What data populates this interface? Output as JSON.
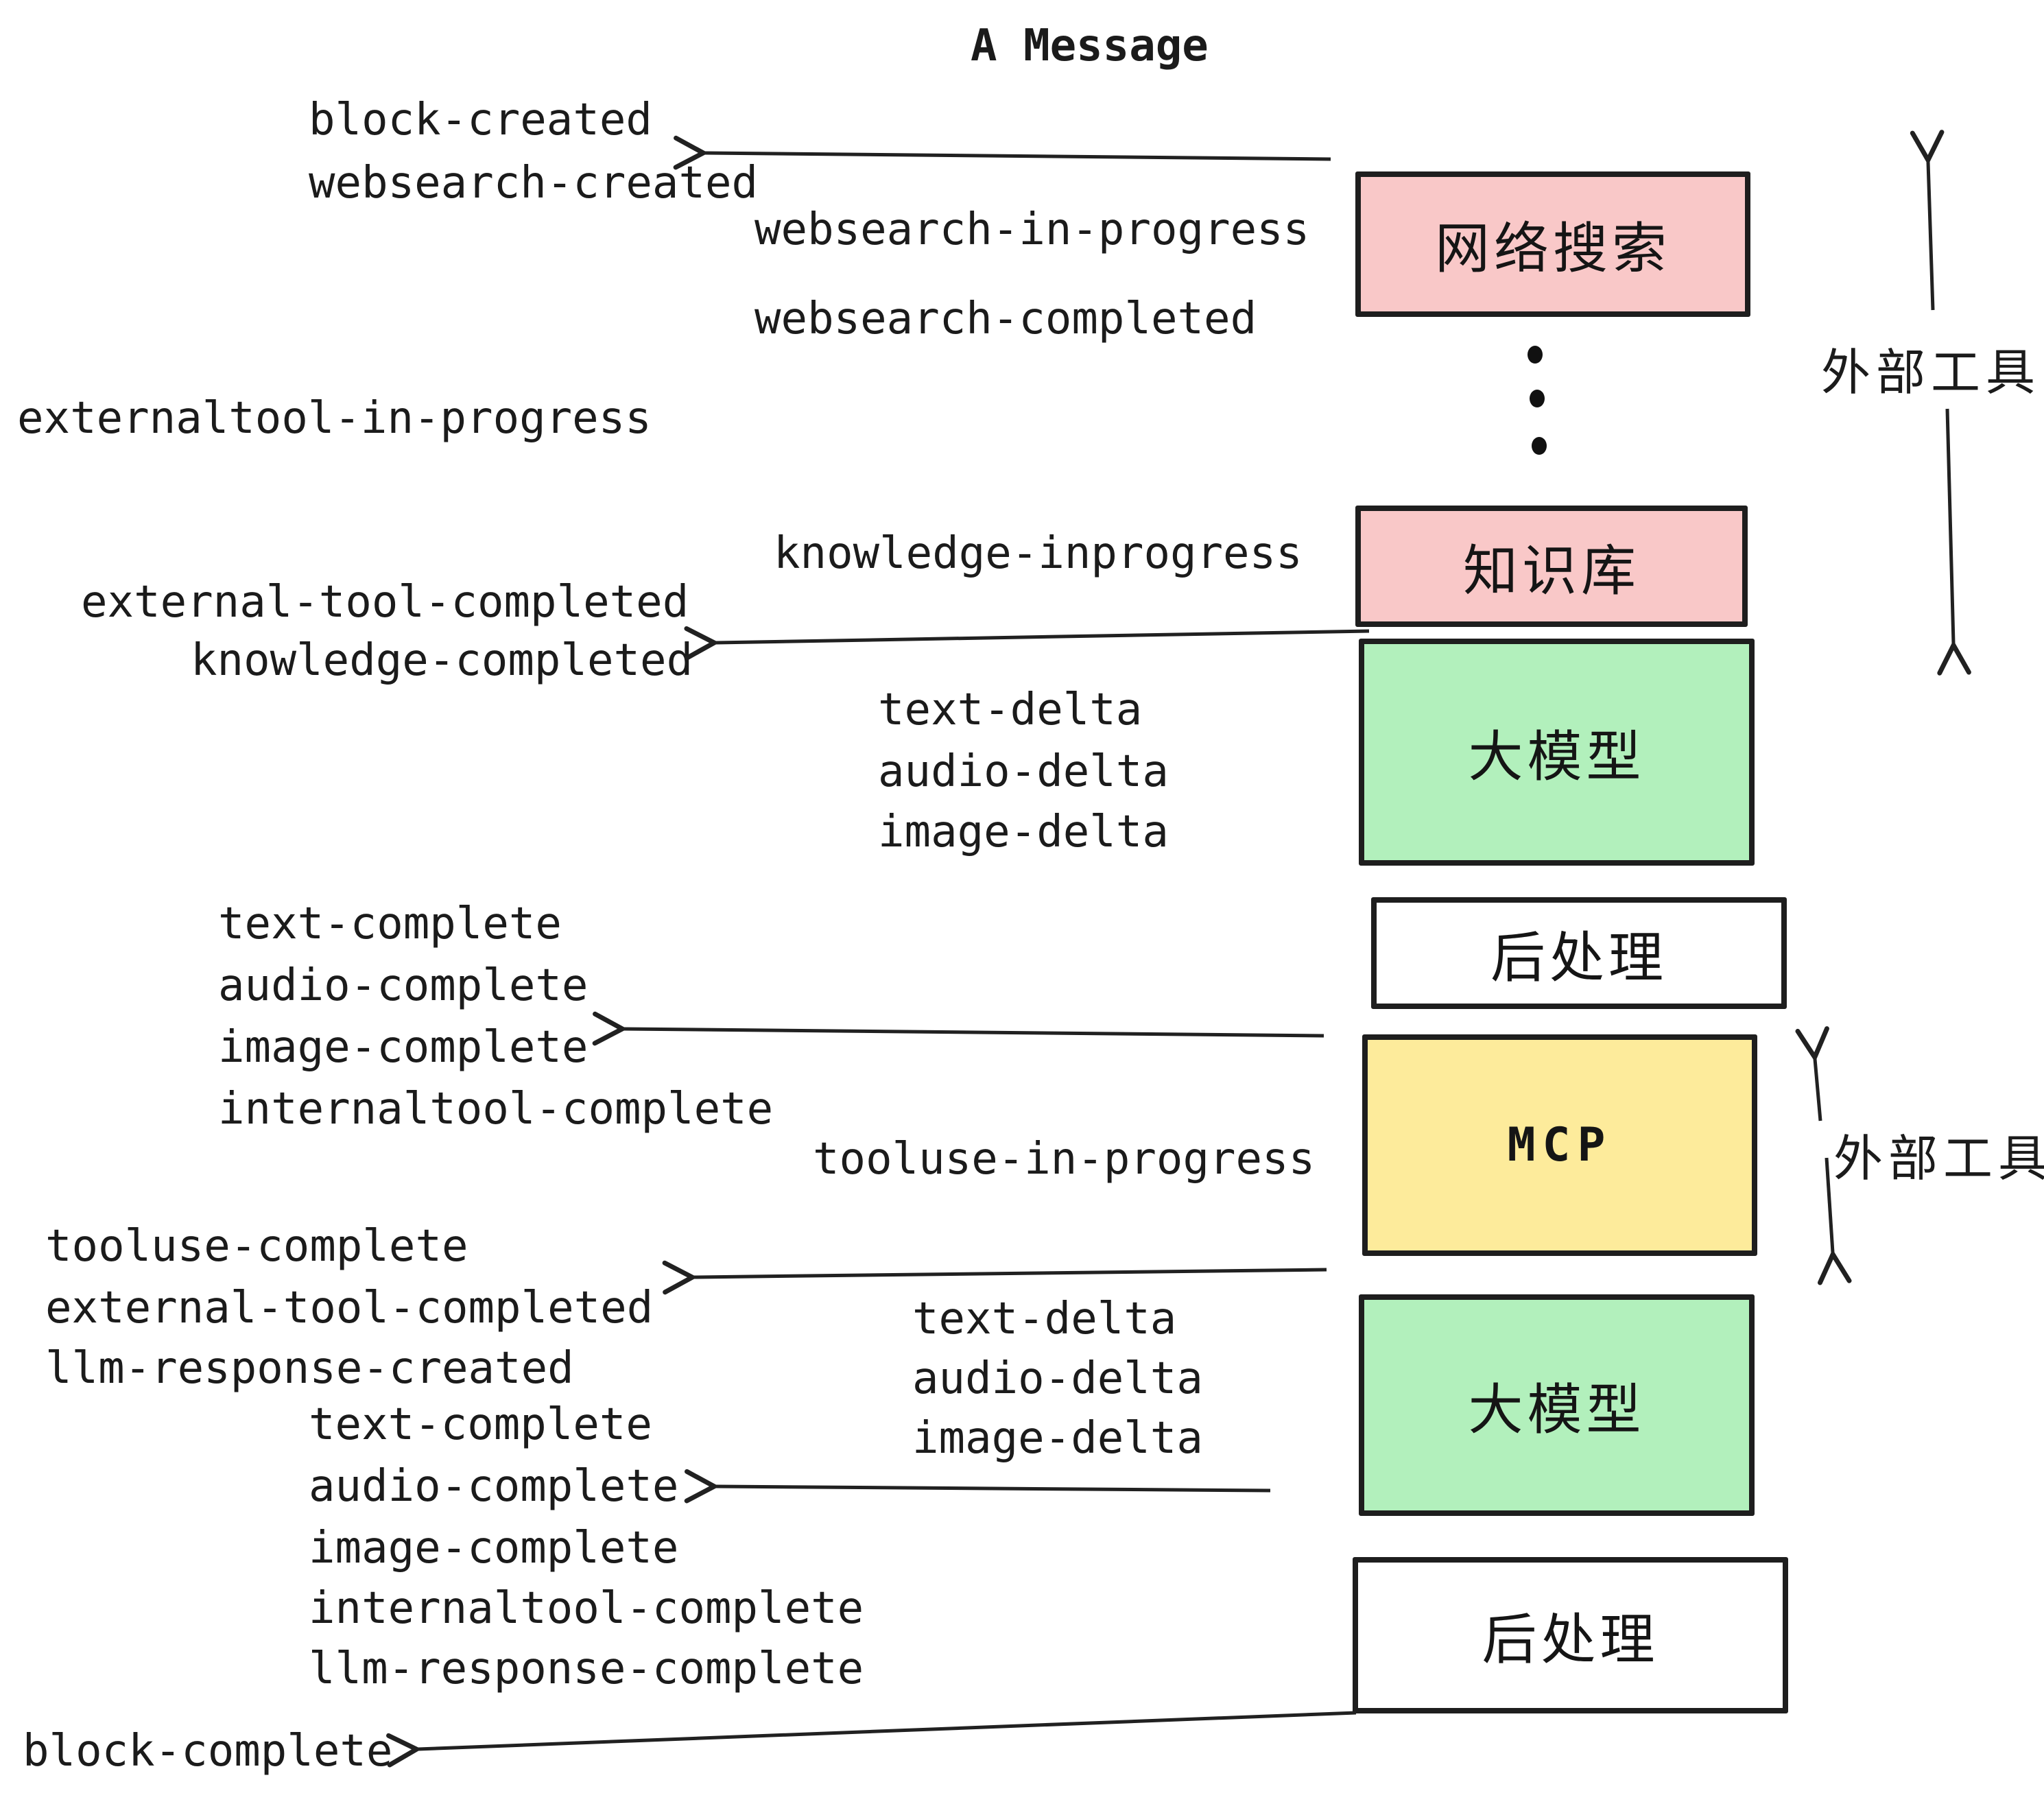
{
  "title": "A Message",
  "palette": {
    "pink": "#f9c8c8",
    "green": "#b2f0bc",
    "yellow": "#fdeb9b",
    "white": "#ffffff",
    "stroke": "#1e1e1e"
  },
  "nodes": [
    {
      "label": "网络搜索",
      "type": "pink"
    },
    {
      "label": "知识库",
      "type": "pink"
    },
    {
      "label": "大模型",
      "type": "green"
    },
    {
      "label": "后处理",
      "type": "white"
    },
    {
      "label": "MCP",
      "type": "yellow"
    },
    {
      "label": "大模型",
      "type": "green"
    },
    {
      "label": "后处理",
      "type": "white"
    }
  ],
  "side_labels": [
    {
      "text": "外部工具"
    },
    {
      "text": "外部工具"
    }
  ],
  "events": [
    {
      "text": "block-created"
    },
    {
      "text": "websearch-created"
    },
    {
      "text": "websearch-in-progress"
    },
    {
      "text": "websearch-completed"
    },
    {
      "text": "externaltool-in-progress"
    },
    {
      "text": "knowledge-inprogress"
    },
    {
      "text": "external-tool-completed"
    },
    {
      "text": "knowledge-completed"
    },
    {
      "text": "text-delta"
    },
    {
      "text": "audio-delta"
    },
    {
      "text": "image-delta"
    },
    {
      "text": "text-complete"
    },
    {
      "text": "audio-complete"
    },
    {
      "text": "image-complete"
    },
    {
      "text": "internaltool-complete"
    },
    {
      "text": "tooluse-in-progress"
    },
    {
      "text": "tooluse-complete"
    },
    {
      "text": "external-tool-completed"
    },
    {
      "text": "llm-response-created"
    },
    {
      "text": "text-delta"
    },
    {
      "text": "audio-delta"
    },
    {
      "text": "image-delta"
    },
    {
      "text": "text-complete"
    },
    {
      "text": "audio-complete"
    },
    {
      "text": "image-complete"
    },
    {
      "text": "internaltool-complete"
    },
    {
      "text": "llm-response-complete"
    },
    {
      "text": "block-complete"
    }
  ]
}
